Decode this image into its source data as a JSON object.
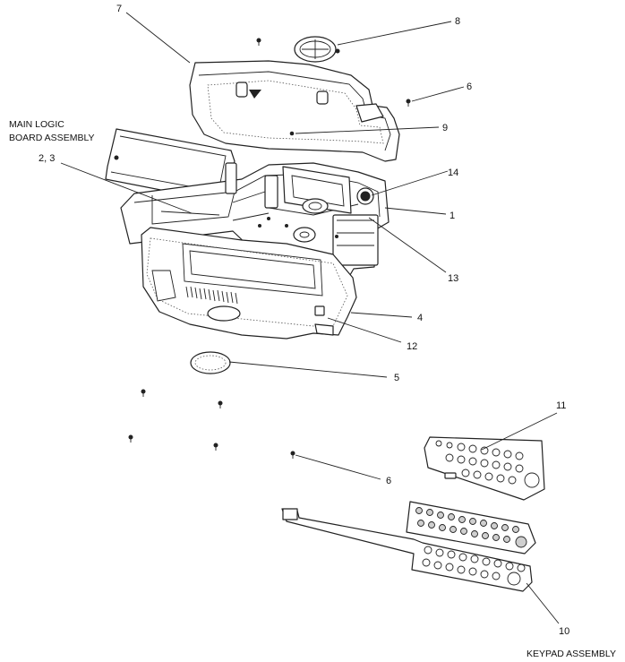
{
  "captions": {
    "main_logic_line1": "MAIN LOGIC",
    "main_logic_line2": "BOARD ASSEMBLY",
    "keypad": "KEYPAD ASSEMBLY"
  },
  "callouts": {
    "c7": "7",
    "c8": "8",
    "c6_top": "6",
    "c9": "9",
    "c2_3": "2, 3",
    "c14": "14",
    "c1": "1",
    "c13": "13",
    "c4": "4",
    "c12": "12",
    "c5": "5",
    "c11": "11",
    "c6_bottom": "6",
    "c10": "10"
  }
}
